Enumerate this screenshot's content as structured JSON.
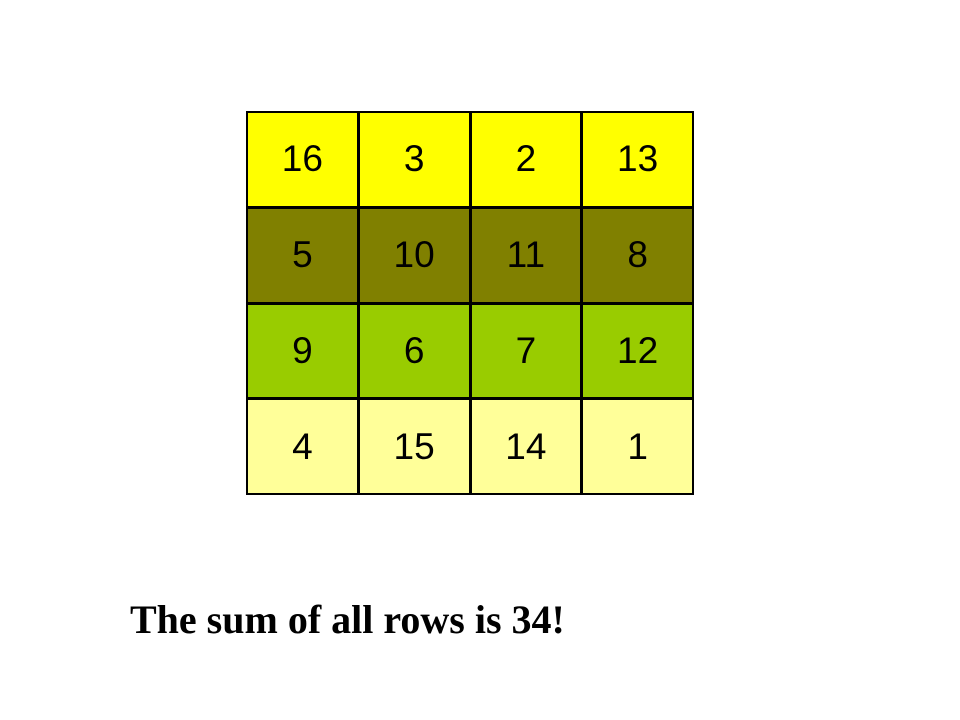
{
  "grid": {
    "rows": [
      {
        "color": "#ffff00",
        "cells": [
          "16",
          "3",
          "2",
          "13"
        ]
      },
      {
        "color": "#808000",
        "cells": [
          "5",
          "10",
          "11",
          "8"
        ]
      },
      {
        "color": "#99cc00",
        "cells": [
          "9",
          "6",
          "7",
          "12"
        ]
      },
      {
        "color": "#ffff99",
        "cells": [
          "4",
          "15",
          "14",
          "1"
        ]
      }
    ]
  },
  "caption": "The sum of all rows is 34!"
}
